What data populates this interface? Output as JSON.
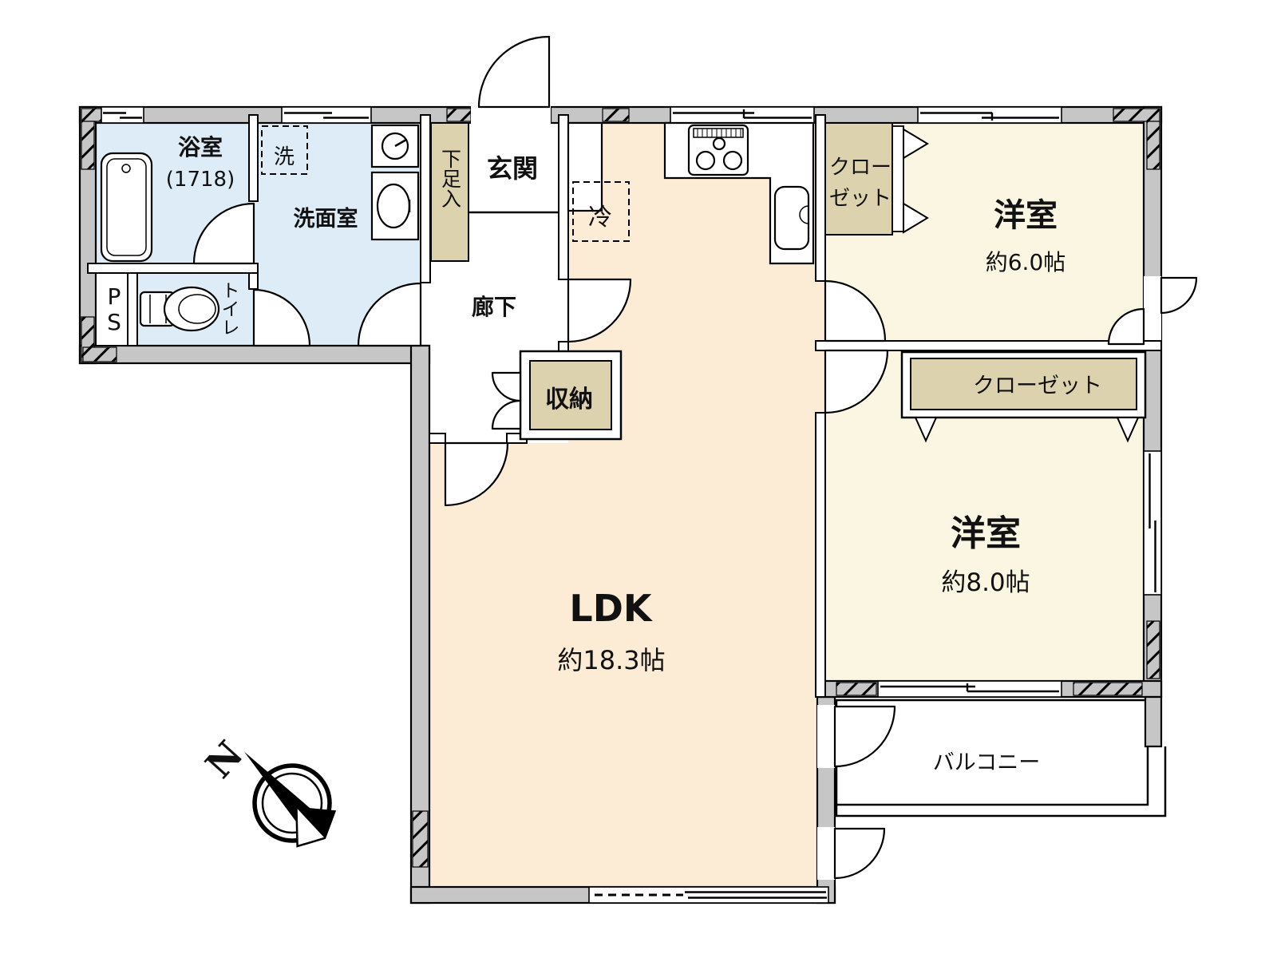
{
  "colors": {
    "bg": "#ffffff",
    "wall": "#c6c6c6",
    "water": "#ddecf7",
    "ldk": "#fcecd5",
    "bedroom": "#faf6e2",
    "closet": "#ddd2ae"
  },
  "rooms": {
    "bathroom": {
      "name": "浴室",
      "size": "(1718)"
    },
    "laundry": {
      "name": "洗"
    },
    "washroom": {
      "name": "洗面室"
    },
    "pipe_space": {
      "line1": "P",
      "line2": "S"
    },
    "toilet": {
      "name": "トイレ"
    },
    "shoe_cabinet": {
      "name": "下足入"
    },
    "entrance": {
      "name": "玄関"
    },
    "hallway": {
      "name": "廊下"
    },
    "refrigerator": {
      "name": "冷"
    },
    "storage": {
      "name": "収納"
    },
    "closet_a": {
      "line1": "クロー",
      "line2": "ゼット"
    },
    "bedroom_a": {
      "name": "洋室",
      "size": "約6.0帖"
    },
    "closet_b": {
      "name": "クローゼット"
    },
    "bedroom_b": {
      "name": "洋室",
      "size": "約8.0帖"
    },
    "ldk": {
      "name": "LDK",
      "size": "約18.3帖"
    },
    "balcony": {
      "name": "バルコニー"
    },
    "compass": {
      "north": "N"
    }
  }
}
